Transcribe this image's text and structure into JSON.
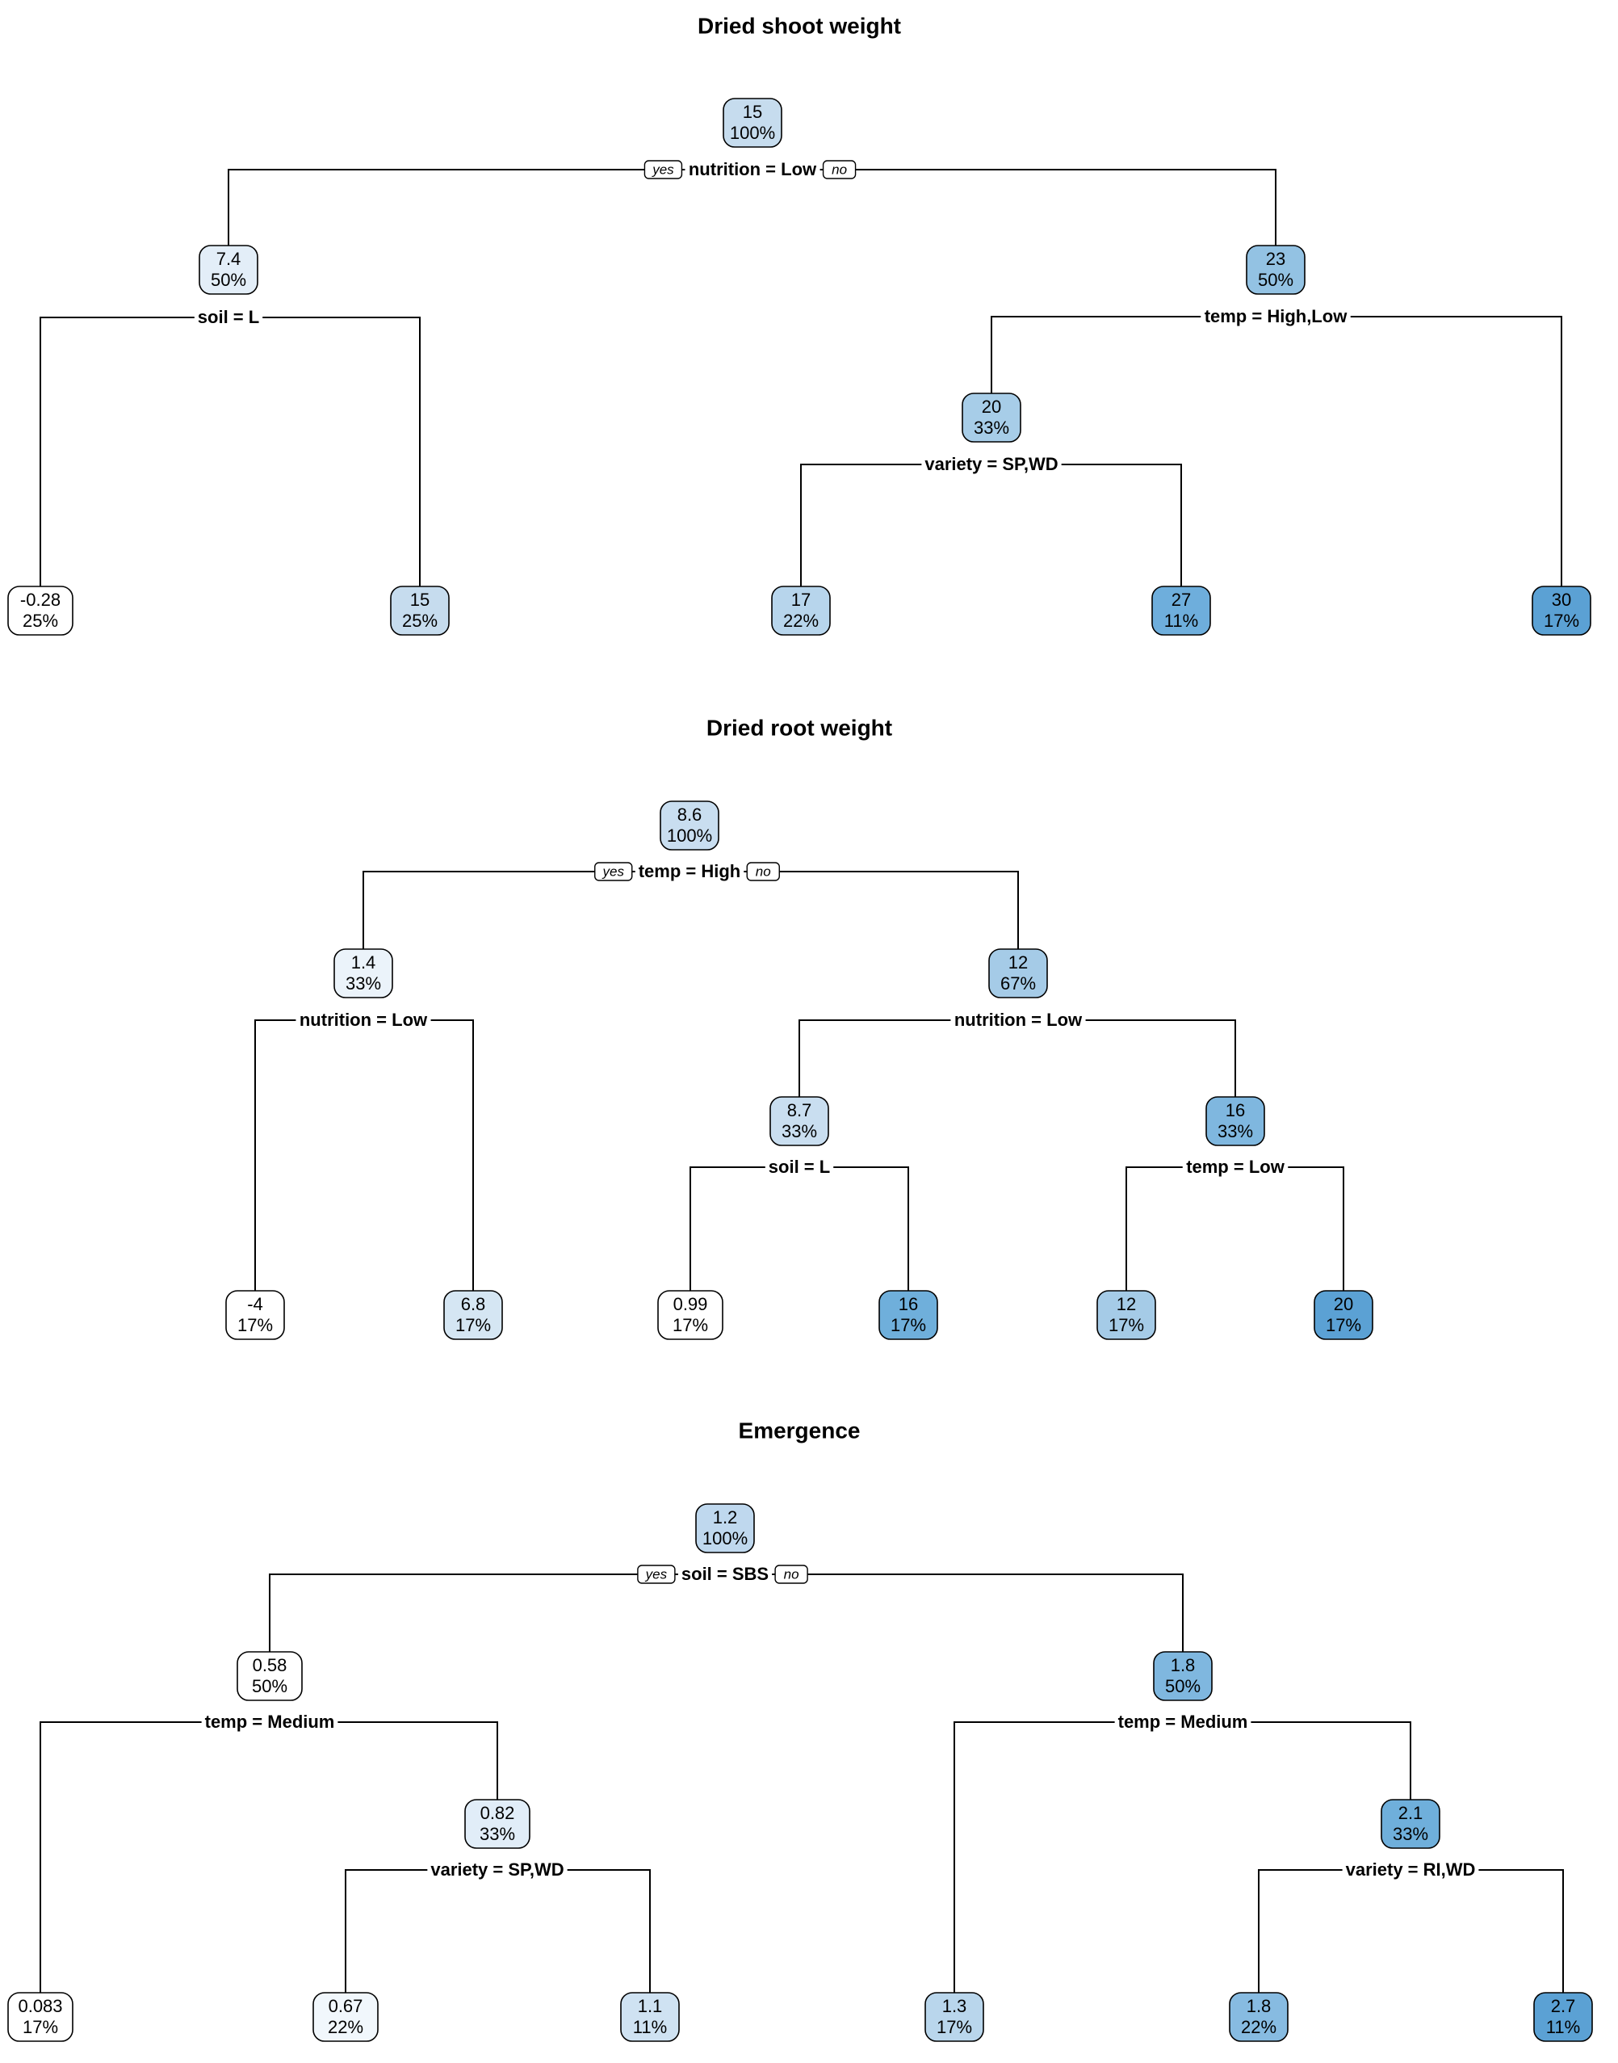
{
  "panels": [
    {
      "title": "Dried shoot weight",
      "nodes": [
        {
          "id": "n0",
          "value": "15",
          "pct": "100%",
          "fill": "#c6dcee"
        },
        {
          "id": "n1",
          "value": "7.4",
          "pct": "50%",
          "fill": "#e3eef8"
        },
        {
          "id": "n2",
          "value": "23",
          "pct": "50%",
          "fill": "#93c2e3"
        },
        {
          "id": "n3",
          "value": "-0.28",
          "pct": "25%",
          "fill": "#ffffff"
        },
        {
          "id": "n4",
          "value": "15",
          "pct": "25%",
          "fill": "#c6dcee"
        },
        {
          "id": "n5",
          "value": "20",
          "pct": "33%",
          "fill": "#a7cde8"
        },
        {
          "id": "n6",
          "value": "17",
          "pct": "22%",
          "fill": "#b7d5ec"
        },
        {
          "id": "n7",
          "value": "27",
          "pct": "11%",
          "fill": "#6eaedc"
        },
        {
          "id": "n8",
          "value": "30",
          "pct": "17%",
          "fill": "#5ba1d4"
        }
      ],
      "splits": [
        {
          "node": "n0",
          "label": "nutrition = Low",
          "yes": "yes",
          "no": "no"
        },
        {
          "node": "n1",
          "label": "soil = L"
        },
        {
          "node": "n2",
          "label": "temp = High,Low"
        },
        {
          "node": "n5",
          "label": "variety = SP,WD"
        }
      ]
    },
    {
      "title": "Dried root weight",
      "nodes": [
        {
          "id": "n0",
          "value": "8.6",
          "pct": "100%",
          "fill": "#c9def0"
        },
        {
          "id": "n1",
          "value": "1.4",
          "pct": "33%",
          "fill": "#ebf3fa"
        },
        {
          "id": "n2",
          "value": "12",
          "pct": "67%",
          "fill": "#a5cbe7"
        },
        {
          "id": "n3",
          "value": "-4",
          "pct": "17%",
          "fill": "#ffffff"
        },
        {
          "id": "n4",
          "value": "6.8",
          "pct": "17%",
          "fill": "#d5e6f3"
        },
        {
          "id": "n5",
          "value": "8.7",
          "pct": "33%",
          "fill": "#c9def0"
        },
        {
          "id": "n6",
          "value": "16",
          "pct": "33%",
          "fill": "#7fb7df"
        },
        {
          "id": "n7",
          "value": "0.99",
          "pct": "17%",
          "fill": "#ffffff"
        },
        {
          "id": "n8",
          "value": "16",
          "pct": "17%",
          "fill": "#6fafdb"
        },
        {
          "id": "n9",
          "value": "12",
          "pct": "17%",
          "fill": "#a5cbe7"
        },
        {
          "id": "n10",
          "value": "20",
          "pct": "17%",
          "fill": "#5ba1d4"
        }
      ],
      "splits": [
        {
          "node": "n0",
          "label": "temp = High",
          "yes": "yes",
          "no": "no"
        },
        {
          "node": "n1",
          "label": "nutrition = Low"
        },
        {
          "node": "n2",
          "label": "nutrition = Low"
        },
        {
          "node": "n5",
          "label": "soil = L"
        },
        {
          "node": "n6",
          "label": "temp = Low"
        }
      ]
    },
    {
      "title": "Emergence",
      "nodes": [
        {
          "id": "n0",
          "value": "1.2",
          "pct": "100%",
          "fill": "#bfd8ee"
        },
        {
          "id": "n1",
          "value": "0.58",
          "pct": "50%",
          "fill": "#ffffff"
        },
        {
          "id": "n2",
          "value": "1.8",
          "pct": "50%",
          "fill": "#7fb7df"
        },
        {
          "id": "n3",
          "value": "0.083",
          "pct": "17%",
          "fill": "#ffffff"
        },
        {
          "id": "n4",
          "value": "0.82",
          "pct": "33%",
          "fill": "#e1edf8"
        },
        {
          "id": "n5",
          "value": "0.67",
          "pct": "22%",
          "fill": "#f1f7fc"
        },
        {
          "id": "n6",
          "value": "1.1",
          "pct": "11%",
          "fill": "#cfe2f2"
        },
        {
          "id": "n7",
          "value": "1.3",
          "pct": "17%",
          "fill": "#b9d6ec"
        },
        {
          "id": "n8",
          "value": "2.1",
          "pct": "33%",
          "fill": "#6fafdb"
        },
        {
          "id": "n9",
          "value": "1.8",
          "pct": "22%",
          "fill": "#87bbe1"
        },
        {
          "id": "n10",
          "value": "2.7",
          "pct": "11%",
          "fill": "#5ba1d4"
        }
      ],
      "splits": [
        {
          "node": "n0",
          "label": "soil = SBS",
          "yes": "yes",
          "no": "no"
        },
        {
          "node": "n1",
          "label": "temp = Medium"
        },
        {
          "node": "n2",
          "label": "temp = Medium"
        },
        {
          "node": "n4",
          "label": "variety = SP,WD"
        },
        {
          "node": "n8",
          "label": "variety = RI,WD"
        }
      ]
    }
  ]
}
